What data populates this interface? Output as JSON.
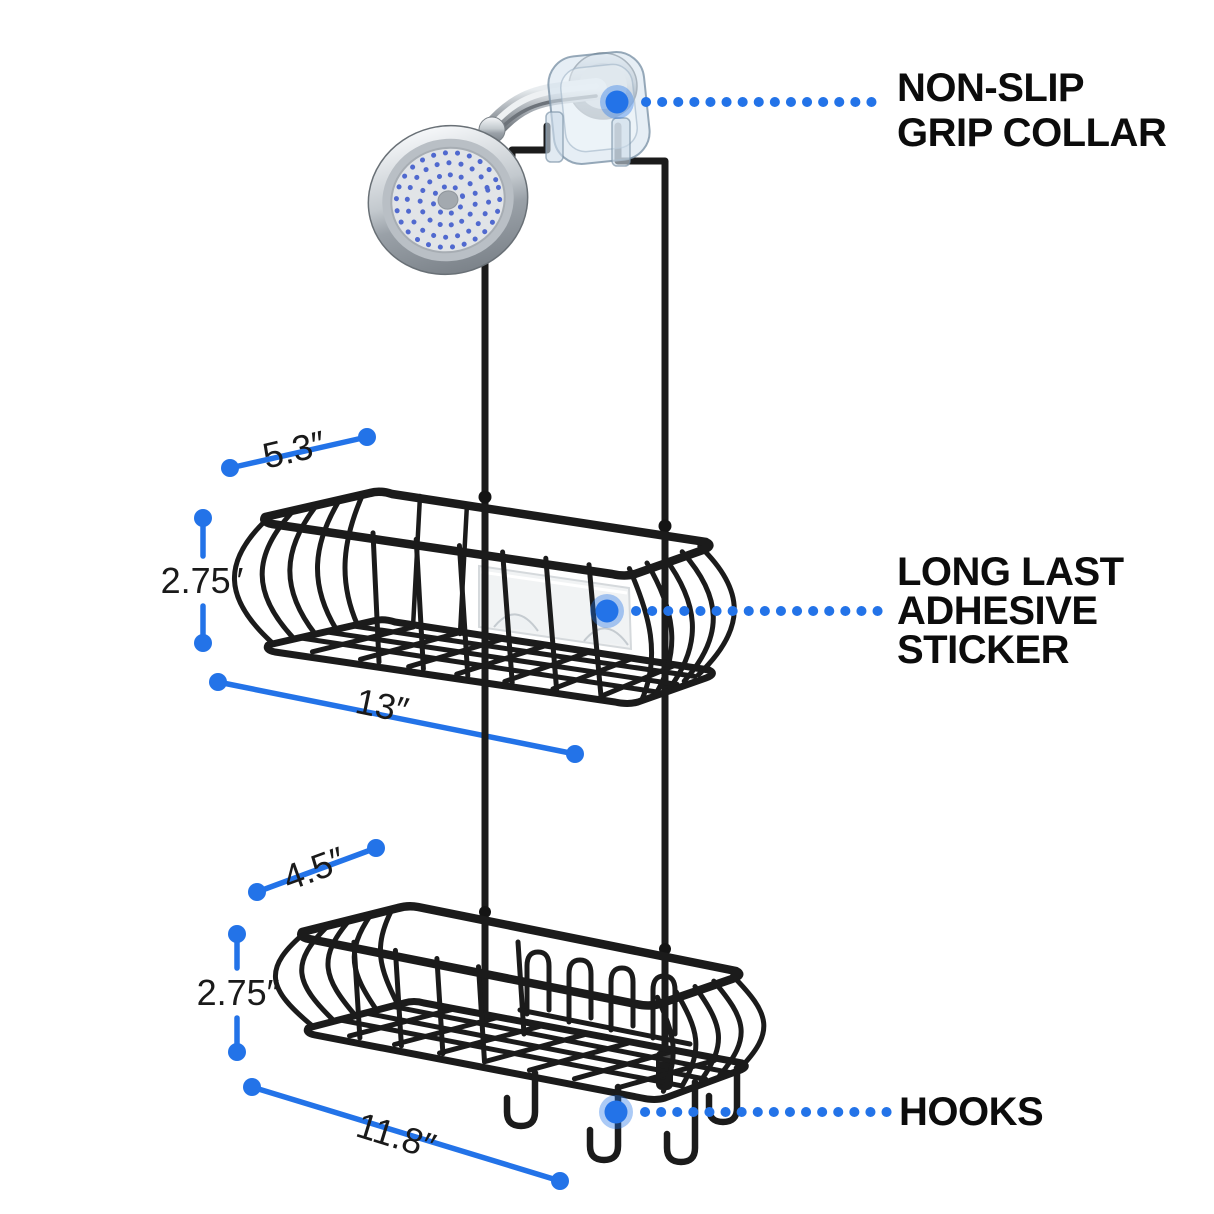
{
  "colors": {
    "accent_blue": "#2373e8",
    "wire_black": "#1b1b1b",
    "label_black": "#0c0c0c",
    "dim_text": "#1a1a1a",
    "chrome_light": "#f5f7f9",
    "chrome_dark": "#7c838a",
    "sticker_white": "#f1f3f4",
    "nozzle_blue": "#5069cf"
  },
  "callouts": [
    {
      "id": "grip-collar",
      "label_lines": [
        "NON-SLIP",
        "GRIP COLLAR"
      ]
    },
    {
      "id": "adhesive-sticker",
      "label_lines": [
        "LONG LAST",
        "ADHESIVE",
        "STICKER"
      ]
    },
    {
      "id": "hooks",
      "label_lines": [
        "HOOKS"
      ]
    }
  ],
  "dimensions": {
    "top_basket": {
      "depth": "5.3″",
      "height": "2.75″",
      "width": "13″"
    },
    "bottom_basket": {
      "depth": "4.5″",
      "height": "2.75″",
      "width": "11.8″"
    }
  }
}
